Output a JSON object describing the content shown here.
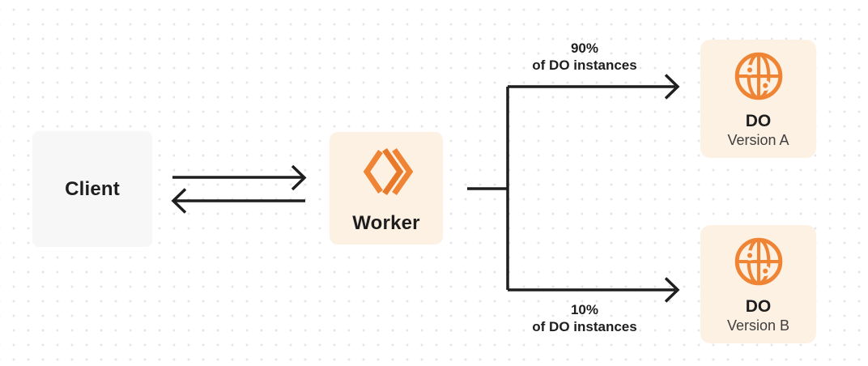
{
  "colors": {
    "accent_orange": "#EE8434",
    "box_cream": "#FDF1E3",
    "box_gray": "#F7F7F8",
    "line_dark": "#1E1E1E",
    "dot_grid": "#E4E4E8"
  },
  "diagram": {
    "client": {
      "label": "Client"
    },
    "worker": {
      "label": "Worker"
    },
    "split": {
      "top": {
        "percent": "90%",
        "caption": "of DO instances"
      },
      "bottom": {
        "percent": "10%",
        "caption": "of DO instances"
      }
    },
    "do_version_a": {
      "title": "DO",
      "subtitle": "Version A"
    },
    "do_version_b": {
      "title": "DO",
      "subtitle": "Version B"
    }
  }
}
